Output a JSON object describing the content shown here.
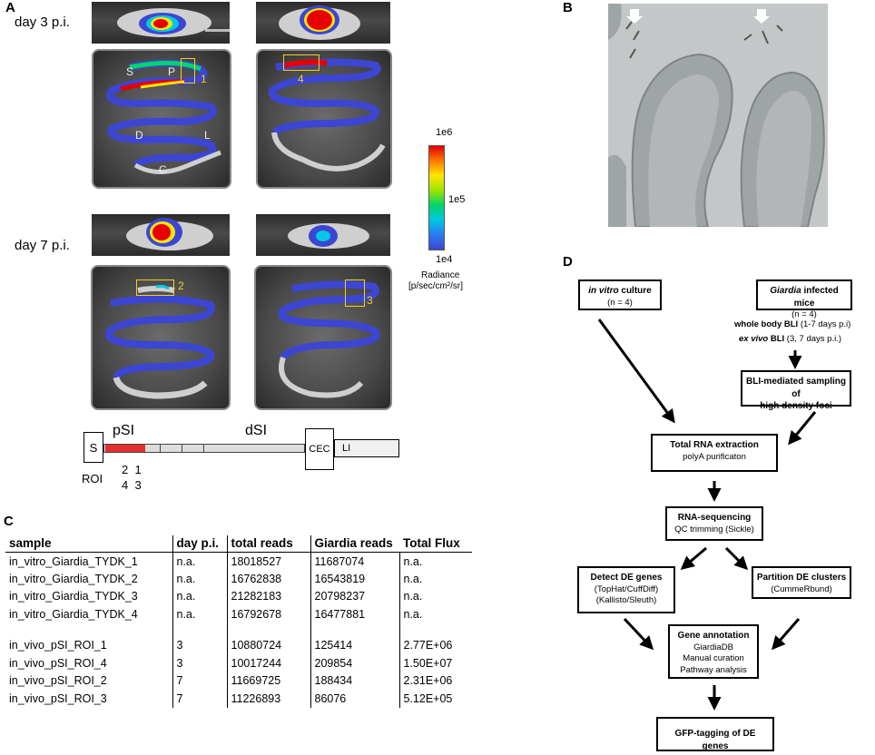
{
  "panels": {
    "a": "A",
    "b": "B",
    "c": "C",
    "d": "D"
  },
  "panel_a": {
    "row1_label": "day 3 p.i.",
    "row2_label": "day 7 p.i.",
    "gut_labels": {
      "s": "S",
      "p": "P",
      "d": "D",
      "l": "L",
      "c": "C"
    },
    "roi_labels": [
      "1",
      "4",
      "2",
      "3"
    ],
    "colorbar": {
      "top": "1e6",
      "mid": "1e5",
      "bottom": "1e4",
      "title_line1": "Radiance",
      "title_line2": "[p/sec/cm²/sr]"
    },
    "schematic": {
      "s": "S",
      "psi": "pSI",
      "dsi": "dSI",
      "cec": "CEC",
      "li": "LI",
      "roi": "ROI",
      "roi_row1": "2  1",
      "roi_row2": "4  3"
    }
  },
  "panel_c": {
    "headers": [
      "sample",
      "day p.i.",
      "total reads",
      "Giardia reads",
      "Total Flux"
    ],
    "rows": [
      [
        "in_vitro_Giardia_TYDK_1",
        "n.a.",
        "18018527",
        "11687074",
        "n.a."
      ],
      [
        "in_vitro_Giardia_TYDK_2",
        "n.a.",
        "16762838",
        "16543819",
        "n.a."
      ],
      [
        "in_vitro_Giardia_TYDK_3",
        "n.a.",
        "21282183",
        "20798237",
        "n.a."
      ],
      [
        "in_vitro_Giardia_TYDK_4",
        "n.a.",
        "16792678",
        "16477881",
        "n.a."
      ],
      [
        "in_vivo_pSI_ROI_1",
        "3",
        "10880724",
        "125414",
        "2.77E+06"
      ],
      [
        "in_vivo_pSI_ROI_4",
        "3",
        "10017244",
        "209854",
        "1.50E+07"
      ],
      [
        "in_vivo_pSI_ROI_2",
        "7",
        "11669725",
        "188434",
        "2.31E+06"
      ],
      [
        "in_vivo_pSI_ROI_3",
        "7",
        "11226893",
        "86076",
        "5.12E+05"
      ]
    ]
  },
  "panel_d": {
    "invitro": {
      "title_italic": "in vitro",
      "title_rest": " culture",
      "sub": "(n = 4)"
    },
    "mice": {
      "title_italic": "Giardia",
      "title_rest": " infected mice",
      "sub": "(n = 4)"
    },
    "whole_body_bold": "whole body BLI",
    "whole_body_rest": " (1-7 days p.i)",
    "ex_vivo_bold": "ex vivo",
    "ex_vivo_bold2": " BLI",
    "ex_vivo_rest": " (3, 7 days p.i.)",
    "bli_sampling": {
      "line1": "BLI-mediated sampling of",
      "line2": "high density foci"
    },
    "rna_extraction": {
      "title": "Total RNA extraction",
      "sub": "polyA purificaton"
    },
    "rna_seq": {
      "title": "RNA-sequencing",
      "sub": "QC trimming (Sickle)"
    },
    "detect_de": {
      "title": "Detect DE genes",
      "sub1": "(TopHat/CuffDiff)",
      "sub2": "(Kallisto/Sleuth)"
    },
    "partition_de": {
      "title": "Partition DE clusters",
      "sub": "(CummeRbund)"
    },
    "gene_annotation": {
      "title": "Gene annotation",
      "sub1": "GiardiaDB",
      "sub2": "Manual curation",
      "sub3": "Pathway analysis"
    },
    "gfp_tagging": {
      "title": "GFP-tagging of DE genes"
    }
  }
}
